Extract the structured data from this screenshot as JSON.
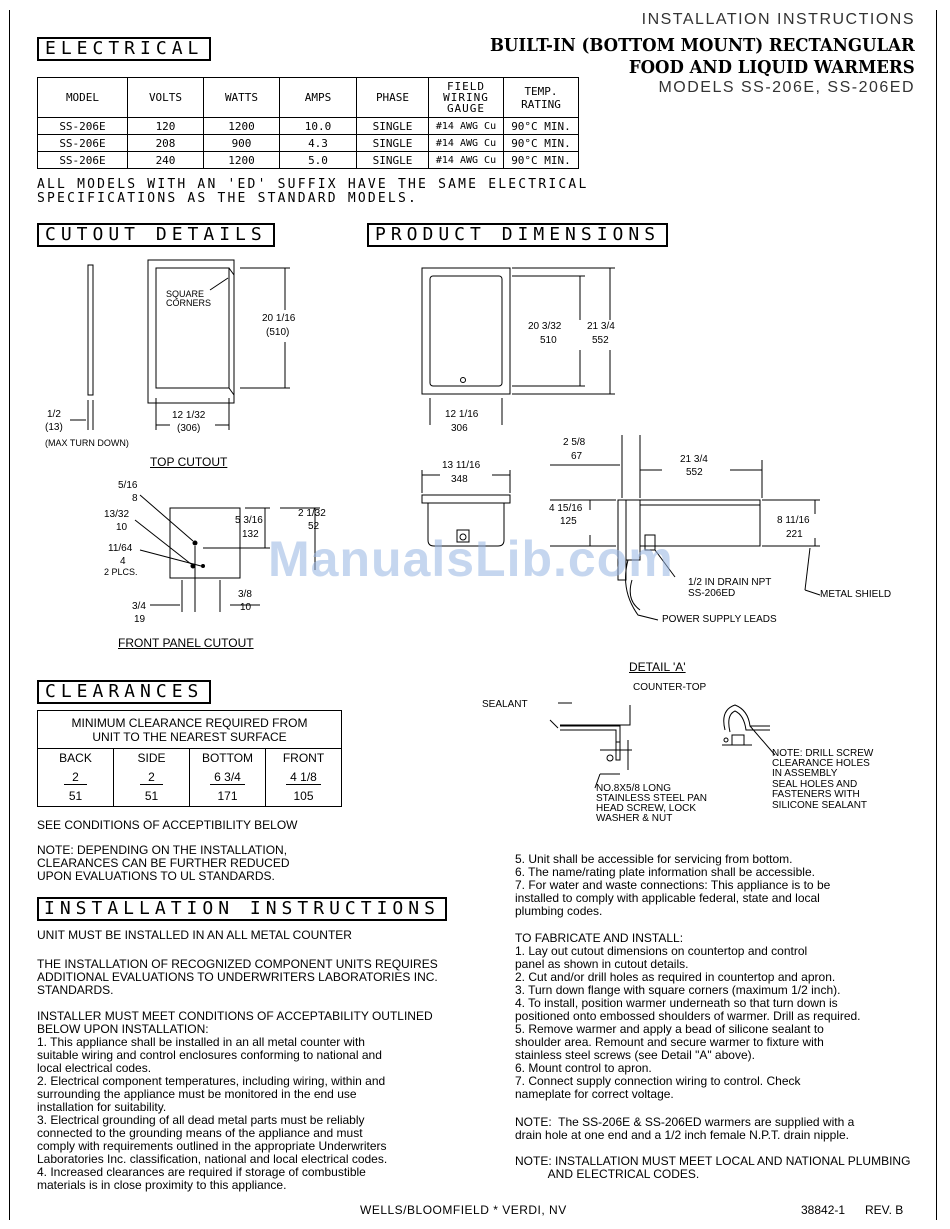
{
  "header": {
    "doc_type": "INSTALLATION INSTRUCTIONS",
    "title_line1": "BUILT-IN (BOTTOM MOUNT) RECTANGULAR",
    "title_line2": "FOOD AND LIQUID WARMERS",
    "models": "MODELS SS-206E, SS-206ED"
  },
  "electrical": {
    "heading": "ELECTRICAL",
    "columns": [
      "MODEL",
      "VOLTS",
      "WATTS",
      "AMPS",
      "PHASE",
      "FIELD WIRING GAUGE",
      "TEMP. RATING"
    ],
    "rows": [
      [
        "SS-206E",
        "120",
        "1200",
        "10.0",
        "SINGLE",
        "#14 AWG Cu",
        "90°C MIN."
      ],
      [
        "SS-206E",
        "208",
        "900",
        "4.3",
        "SINGLE",
        "#14 AWG Cu",
        "90°C MIN."
      ],
      [
        "SS-206E",
        "240",
        "1200",
        "5.0",
        "SINGLE",
        "#14 AWG Cu",
        "90°C MIN."
      ]
    ],
    "note_line1": "ALL MODELS WITH AN 'ED' SUFFIX HAVE THE SAME ELECTRICAL",
    "note_line2": "SPECIFICATIONS AS THE STANDARD MODELS."
  },
  "cutout": {
    "heading": "CUTOUT DETAILS",
    "square_corners_1": "SQUARE",
    "square_corners_2": "CORNERS",
    "height_in": "20 1/16",
    "height_mm": "(510)",
    "width_in": "12 1/32",
    "width_mm": "(306)",
    "turn_in": "1/2",
    "turn_mm": "(13)",
    "max_turn": "(MAX TURN DOWN)",
    "top_cutout": "TOP CUTOUT",
    "d1_in": "5/16",
    "d1_mm": "8",
    "d2_in": "13/32",
    "d2_mm": "10",
    "d3_in": "11/64",
    "d3_mm": "4",
    "d3_note": "2 PLCS.",
    "h1_in": "5 3/16",
    "h1_mm": "132",
    "h2_in": "2 1/32",
    "h2_mm": "52",
    "v1_in": "3/4",
    "v1_mm": "19",
    "v2_in": "3/8",
    "v2_mm": "10",
    "front_panel": "FRONT PANEL CUTOUT"
  },
  "product": {
    "heading": "PRODUCT DIMENSIONS",
    "len1_in": "20 3/32",
    "len1_mm": "510",
    "len2_in": "21 3/4",
    "len2_mm": "552",
    "width_in": "12 1/16",
    "width_mm": "306",
    "w2_in": "13 11/16",
    "w2_mm": "348",
    "s1_in": "2 5/8",
    "s1_mm": "67",
    "s2_in": "21 3/4",
    "s2_mm": "552",
    "s3_in": "4 15/16",
    "s3_mm": "125",
    "s4_in": "8 11/16",
    "s4_mm": "221",
    "drain_1": "1/2 IN DRAIN NPT",
    "drain_2": "SS-206ED",
    "metal_shield": "METAL SHIELD",
    "power_leads": "POWER SUPPLY LEADS"
  },
  "detail": {
    "title": "DETAIL 'A'",
    "countertop": "COUNTER-TOP",
    "sealant": "SEALANT",
    "screw_1": "NO.8X5/8 LONG",
    "screw_2": "STAINLESS STEEL PAN",
    "screw_3": "HEAD SCREW, LOCK",
    "screw_4": "WASHER & NUT",
    "note_1": "NOTE: DRILL SCREW",
    "note_2": "CLEARANCE HOLES",
    "note_3": "IN ASSEMBLY",
    "note_4": "SEAL HOLES AND",
    "note_5": "FASTENERS WITH",
    "note_6": "SILICONE SEALANT"
  },
  "clearances": {
    "heading": "CLEARANCES",
    "min_line1": "MINIMUM CLEARANCE REQUIRED FROM",
    "min_line2": "UNIT TO THE NEAREST SURFACE",
    "cols": [
      "BACK",
      "SIDE",
      "BOTTOM",
      "FRONT"
    ],
    "inches": [
      "2",
      "2",
      "6 3/4",
      "4 1/8"
    ],
    "mm": [
      "51",
      "51",
      "171",
      "105"
    ],
    "see_conditions": "SEE CONDITIONS OF ACCEPTIBILITY BELOW",
    "note_1": "NOTE: DEPENDING ON THE INSTALLATION,",
    "note_2": "CLEARANCES CAN BE FURTHER REDUCED",
    "note_3": "UPON EVALUATIONS TO UL STANDARDS."
  },
  "installation": {
    "heading": "INSTALLATION INSTRUCTIONS",
    "p1": "UNIT MUST BE INSTALLED IN AN ALL METAL COUNTER",
    "p2": "THE INSTALLATION OF RECOGNIZED COMPONENT UNITS REQUIRES\nADDITIONAL EVALUATIONS TO UNDERWRITERS LABORATORIES INC.\nSTANDARDS.",
    "p3": "INSTALLER MUST MEET CONDITIONS OF ACCEPTABILITY OUTLINED\nBELOW UPON INSTALLATION:\n1. This appliance shall be installed in an all metal counter with\nsuitable wiring and control enclosures conforming to national and\nlocal electrical codes.\n2. Electrical component temperatures, including wiring, within and\nsurrounding the appliance must be monitored in the end use\ninstallation for suitability.\n3. Electrical grounding of all dead metal parts must be reliably\nconnected to the grounding means of the appliance and must\ncomply with requirements outlined in the appropriate Underwriters\nLaboratories Inc. classification, national and local electrical codes.\n4. Increased clearances are required if storage of combustible\nmaterials is in close proximity to this appliance."
  },
  "right_column": {
    "p1": "5. Unit shall be accessible for servicing from bottom.\n6. The name/rating plate information shall be accessible.\n7. For water and waste connections: This appliance is to be\ninstalled to comply with applicable federal, state and local\nplumbing codes.",
    "p2": "TO FABRICATE AND INSTALL:\n1. Lay out cutout dimensions on countertop and control\npanel as shown in cutout details.\n2. Cut and/or drill holes as required in countertop and apron.\n3. Turn down flange with square corners (maximum 1/2 inch).\n4. To install, position warmer underneath so that turn down is\npositioned onto embossed shoulders of warmer. Drill as required.\n5. Remove warmer and apply a bead of silicone sealant to\nshoulder area. Remount and secure warmer to fixture with\nstainless steel screws (see Detail \"A\" above).\n6. Mount control to apron.\n7. Connect supply connection wiring to control. Check\nnameplate for correct voltage.",
    "p3": "NOTE:  The SS-206E & SS-206ED warmers are supplied with a\ndrain hole at one end and a 1/2 inch female N.P.T. drain nipple.",
    "p4": "NOTE: INSTALLATION MUST MEET LOCAL AND NATIONAL PLUMBING\n          AND ELECTRICAL CODES."
  },
  "footer": {
    "company": "WELLS/BLOOMFIELD * VERDI, NV",
    "doc_no": "38842-1",
    "rev": "REV. B"
  },
  "watermark": "ManualsLib.com"
}
